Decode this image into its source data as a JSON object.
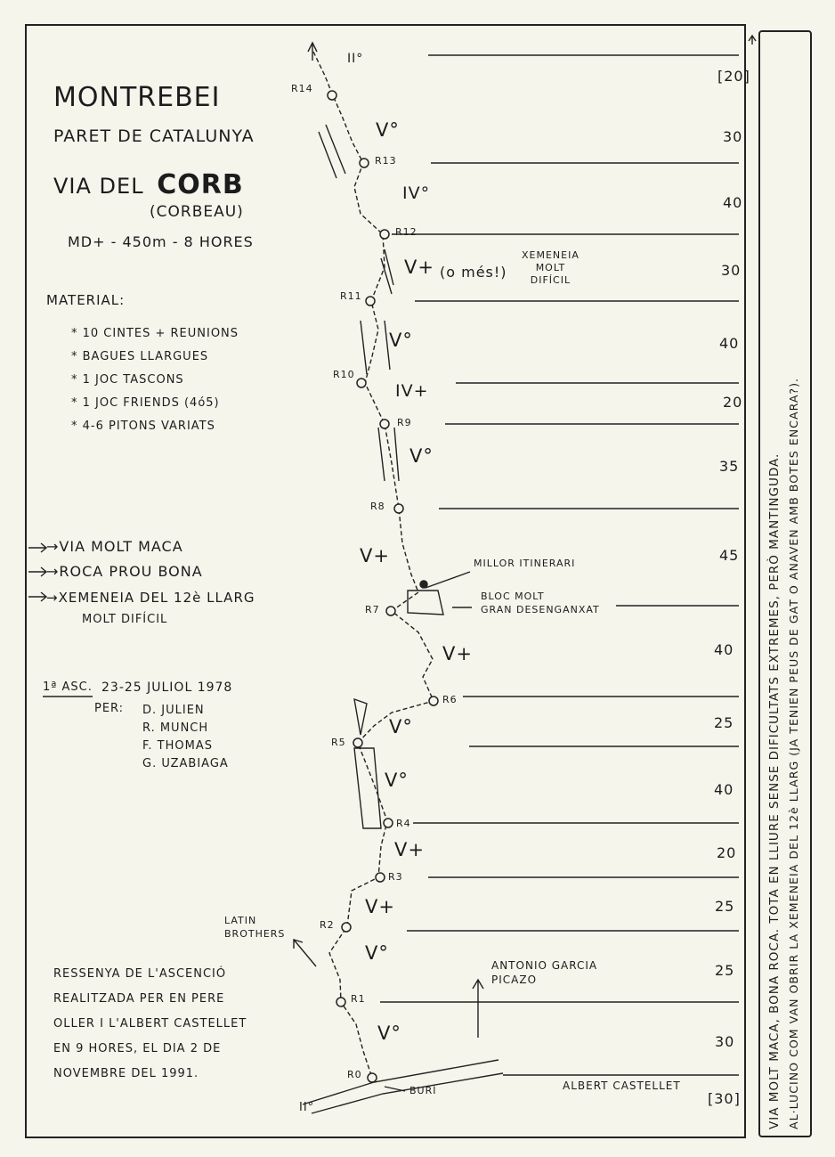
{
  "title": {
    "line1": "MONTREBEI",
    "line2": "PARET DE CATALUNYA",
    "line3_prefix": "VIA DEL",
    "line3_name": "CORB",
    "line4": "(CORBEAU)",
    "grade": "MD+ - 450m - 8 HORES"
  },
  "material": {
    "heading": "MATERIAL:",
    "items": [
      "* 10 CINTES + REUNIONS",
      "* BAGUES LLARGUES",
      "* 1 JOC TASCONS",
      "* 1 JOC FRIENDS (4ó5)",
      "* 4-6 PITONS VARIATS"
    ]
  },
  "notes": [
    "→VIA MOLT MACA",
    "→ROCA PROU BONA",
    "→XEMENEIA DEL 12è LLARG",
    "MOLT DIFÍCIL"
  ],
  "first_ascent": {
    "label": "1ª ASC.",
    "date": "23-25 JULIOL 1978",
    "per": "PER:",
    "climbers": [
      "D. JULIEN",
      "R. MUNCH",
      "F. THOMAS",
      "G. UZABIAGA"
    ]
  },
  "ressenya": [
    "RESSENYA DE L'ASCENCIÓ",
    "REALITZADA PER EN PERE",
    "OLLER I L'ALBERT CASTELLET",
    "EN 9 HORES, EL DIA 2 DE",
    "NOVEMBRE DEL 1991."
  ],
  "belays": [
    "R0",
    "R1",
    "R2",
    "R3",
    "R4",
    "R5",
    "R6",
    "R7",
    "R8",
    "R9",
    "R10",
    "R11",
    "R12",
    "R13",
    "R14"
  ],
  "grades": {
    "top": "II°",
    "p14": "V°",
    "p13": "IV°",
    "p12": "V+",
    "p12_note": "(o més!)",
    "p11": "V°",
    "p10": "IV+",
    "p9": "V°",
    "p8": "V+",
    "p7": "V+",
    "p6": "V°",
    "p5": "V°",
    "p4": "V+",
    "p3": "V+",
    "p2": "V°",
    "p1": "V°",
    "bottom": "II°"
  },
  "labels": {
    "xemeneia": [
      "XEMENEIA",
      "MOLT",
      "DIFÍCIL"
    ],
    "millor": "MILLOR ITINERARI",
    "bloc": [
      "BLOC MOLT",
      "GRAN DESENGANXAT"
    ],
    "latin": [
      "LATIN",
      "BROTHERS"
    ],
    "antonio": [
      "ANTONIO GARCIA",
      "PICAZO"
    ],
    "albert": "ALBERT CASTELLET",
    "buri": "BURÍ"
  },
  "lengths": [
    "[20]",
    "30",
    "40",
    "30",
    "40",
    "20",
    "35",
    "45",
    "40",
    "25",
    "40",
    "20",
    "25",
    "25",
    "30",
    "[30]"
  ],
  "side_notes": [
    "VIA MOLT MACA, BONA ROCA. TOTA EN LLIURE SENSE DIFICULTATS EXTREMES, PERÒ MANTINGUDA.",
    "AL·LUCINO COM VAN OBRIR LA XEMENEIA DEL 12è LLARG (JA TENIEN PEUS DE GAT O ANAVEN AMB BOTES ENCARA?)."
  ]
}
